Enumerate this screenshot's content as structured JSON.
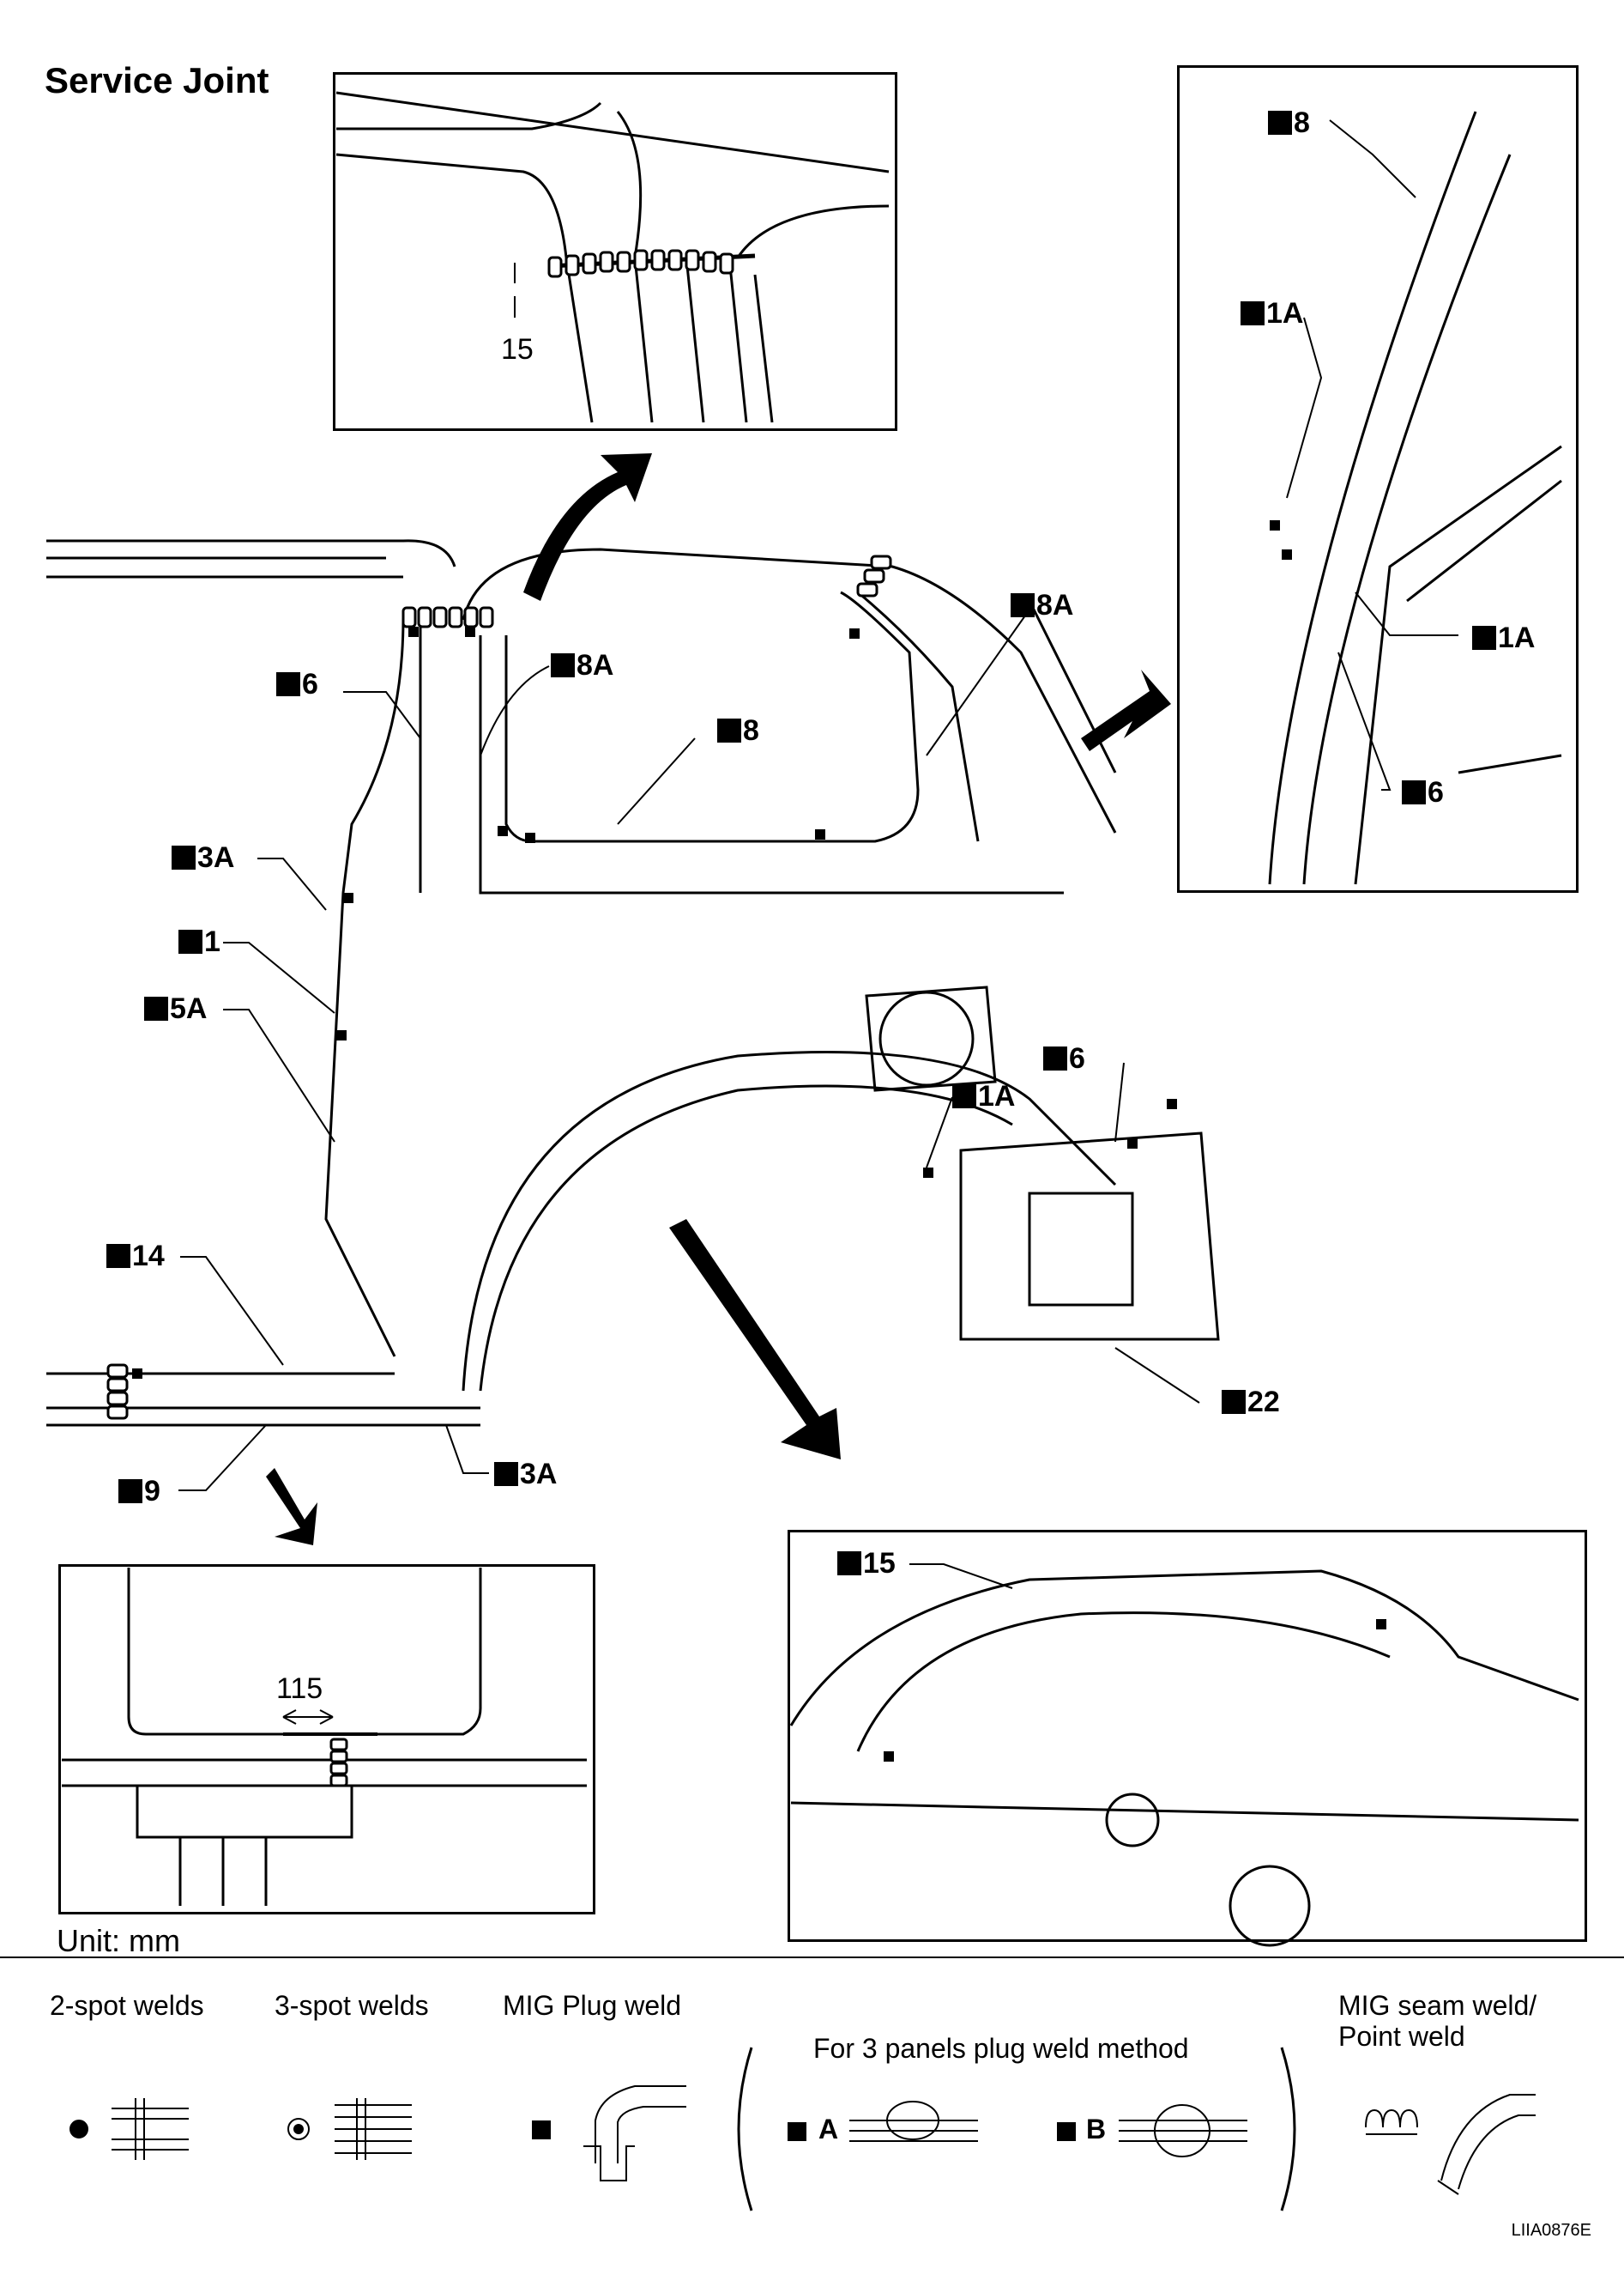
{
  "title": "Service Joint",
  "unit_label": "Unit: mm",
  "figure_id": "LIIA0876E",
  "callouts": {
    "c_8_top": "8",
    "c_1a_top": "1A",
    "c_1a_mid": "1A",
    "c_6_right": "6",
    "c_6_left": "6",
    "c_8a_left": "8A",
    "c_8a_right": "8A",
    "c_8_mid": "8",
    "c_3a_upper": "3A",
    "c_1": "1",
    "c_5a": "5A",
    "c_6_rear": "6",
    "c_1a_rear": "1A",
    "c_14": "14",
    "c_22": "22",
    "c_9": "9",
    "c_3a_lower": "3A",
    "c_15": "15"
  },
  "dimensions": {
    "top_inset": "15",
    "bottom_left_inset": "115"
  },
  "legend": {
    "spot2": "2-spot welds",
    "spot3": "3-spot welds",
    "mig_plug": "MIG Plug weld",
    "three_panels": "For 3 panels plug weld method",
    "method_a": "A",
    "method_b": "B",
    "mig_seam_line1": "MIG seam weld/",
    "mig_seam_line2": "Point weld"
  }
}
